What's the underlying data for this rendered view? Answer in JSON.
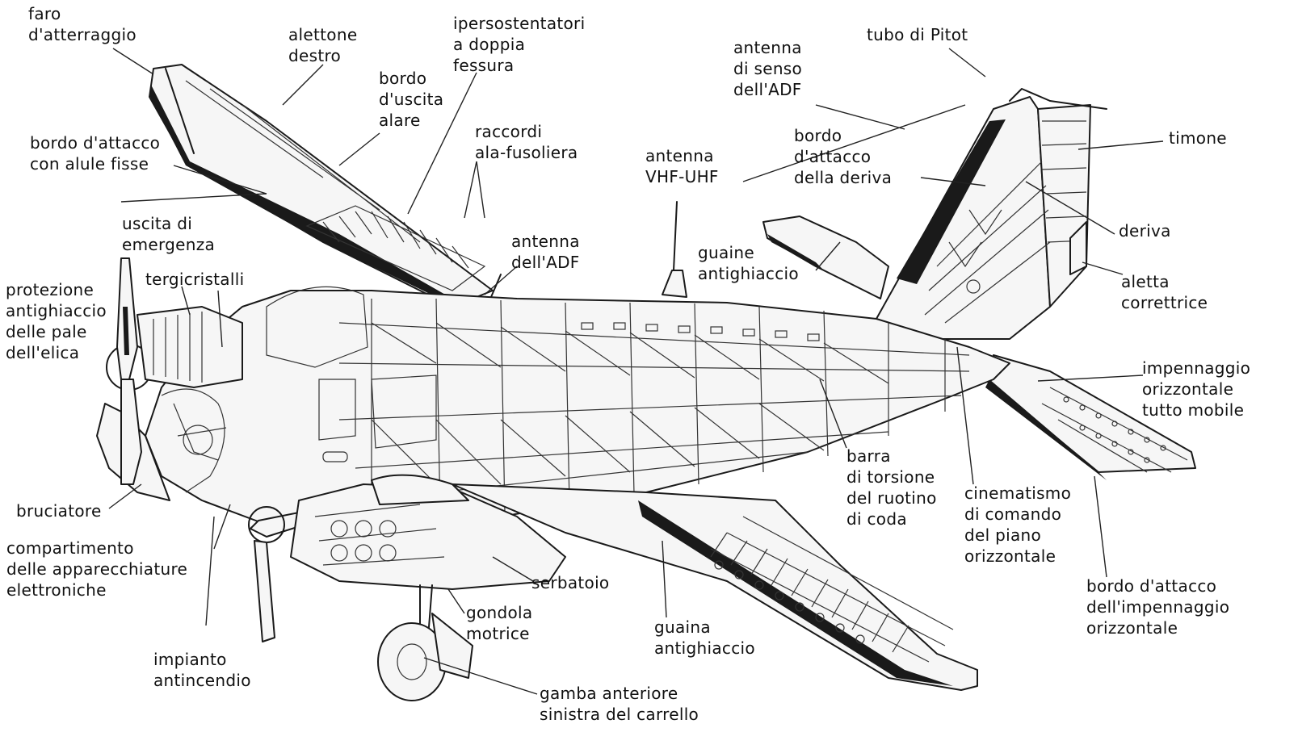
{
  "labels": {
    "faro_atterraggio": [
      "faro",
      "d'atterraggio"
    ],
    "alettone_destro": [
      "alettone",
      "destro"
    ],
    "ipersostentatori": [
      "ipersostentatori",
      "a doppia",
      "fessura"
    ],
    "bordo_uscita_alare": [
      "bordo",
      "d'uscita",
      "alare"
    ],
    "antenna_senso_adf": [
      "antenna",
      "di senso",
      "dell'ADF"
    ],
    "tubo_pitot": [
      "tubo di Pitot"
    ],
    "timone": [
      "timone"
    ],
    "bordo_attacco_alule": [
      "bordo d'attacco",
      "con alule fisse"
    ],
    "raccordi": [
      "raccordi",
      "ala-fusoliera"
    ],
    "antenna_vhf": [
      "antenna",
      "VHF-UHF"
    ],
    "bordo_attacco_deriva": [
      "bordo",
      "d'attacco",
      "della deriva"
    ],
    "uscita_emergenza": [
      "uscita di",
      "emergenza"
    ],
    "antenna_adf": [
      "antenna",
      "dell'ADF"
    ],
    "guaine_antighiaccio": [
      "guaine",
      "antighiaccio"
    ],
    "deriva": [
      "deriva"
    ],
    "protezione_antighiaccio": [
      "protezione",
      "antighiaccio",
      "delle pale",
      "dell'elica"
    ],
    "tergicristalli": [
      "tergicristalli"
    ],
    "aletta_correttrice": [
      "aletta",
      "correttrice"
    ],
    "impennaggio_orizzontale": [
      "impennaggio",
      "orizzontale",
      "tutto mobile"
    ],
    "barra_torsione": [
      "barra",
      "di torsione",
      "del ruotino",
      "di coda"
    ],
    "cinematismo": [
      "cinematismo",
      "di comando",
      "del piano",
      "orizzontale"
    ],
    "bruciatore": [
      "bruciatore"
    ],
    "compartimento": [
      "compartimento",
      "delle apparecchiature",
      "elettroniche"
    ],
    "serbatoio": [
      "serbatoio"
    ],
    "bordo_attacco_impennaggio": [
      "bordo d'attacco",
      "dell'impennaggio",
      "orizzontale"
    ],
    "gondola_motrice": [
      "gondola",
      "motrice"
    ],
    "guaina_antighiaccio": [
      "guaina",
      "antighiaccio"
    ],
    "impianto_antincendio": [
      "impianto",
      "antincendio"
    ],
    "gamba_anteriore": [
      "gamba anteriore",
      "sinistra del carrello"
    ]
  },
  "colors": {
    "ink": "#1a1a1a",
    "paper": "#ffffff"
  }
}
